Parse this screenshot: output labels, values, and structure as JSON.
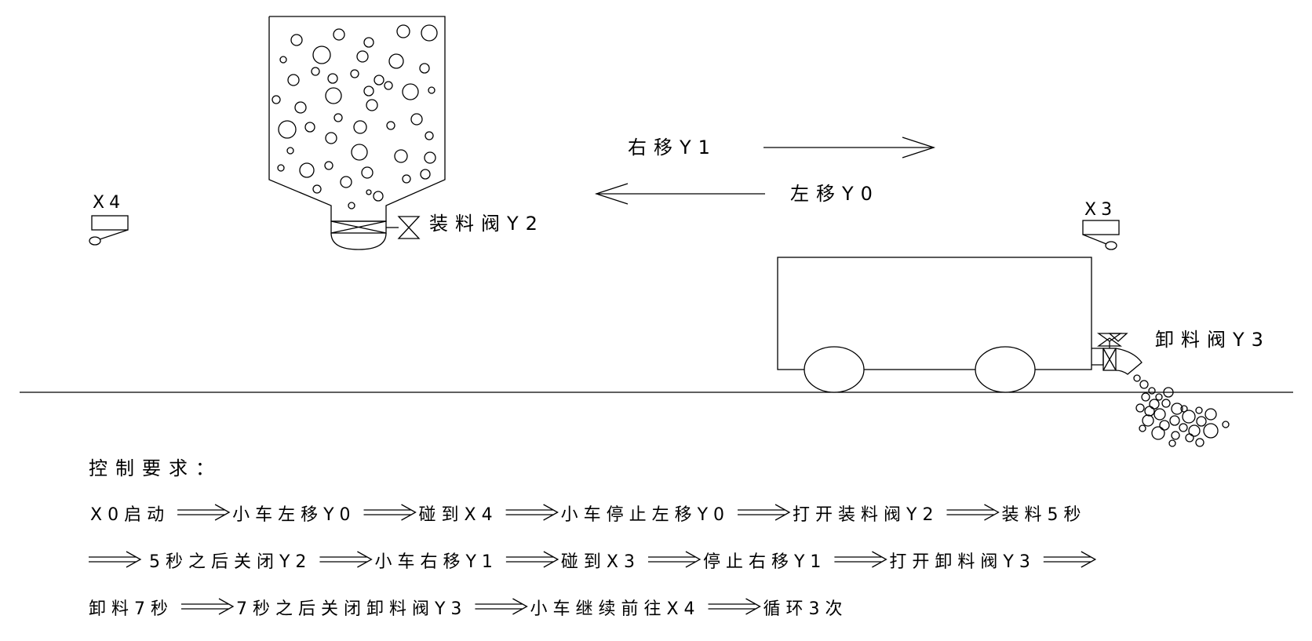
{
  "labels": {
    "x4": "X4",
    "x3": "X3",
    "move_right": "右移Y1",
    "move_left": "左移Y0",
    "load_valve": "装料阀Y2",
    "unload_valve": "卸料阀Y3"
  },
  "requirements": {
    "title": "控制要求：",
    "line1": [
      "X0启动",
      "小车左移Y0",
      "碰到X4",
      "小车停止左移Y0",
      "打开装料阀Y2",
      "装料5秒"
    ],
    "line2": [
      "5秒之后关闭Y2",
      "小车右移Y1",
      "碰到X3",
      "停止右移Y1",
      "打开卸料阀Y3"
    ],
    "line3": [
      "卸料7秒",
      "7秒之后关闭卸料阀Y3",
      "小车继续前往X4",
      "循环3次"
    ]
  }
}
